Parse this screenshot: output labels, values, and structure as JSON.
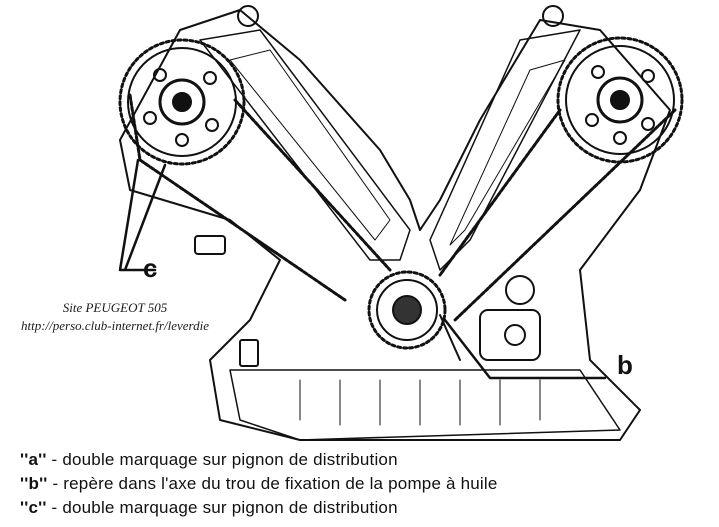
{
  "credit": {
    "line1": "Site PEUGEOT 505",
    "line2": "http://perso.club-internet.fr/leverdie"
  },
  "callouts": {
    "b": "b",
    "c": "c"
  },
  "legend": [
    {
      "key": "''a''",
      "text": " - double marquage sur pignon de distribution"
    },
    {
      "key": "''b''",
      "text": " - repère dans l'axe du trou de fixation de la pompe à huile"
    },
    {
      "key": "''c''",
      "text": " - double marquage sur pignon de distribution"
    }
  ]
}
